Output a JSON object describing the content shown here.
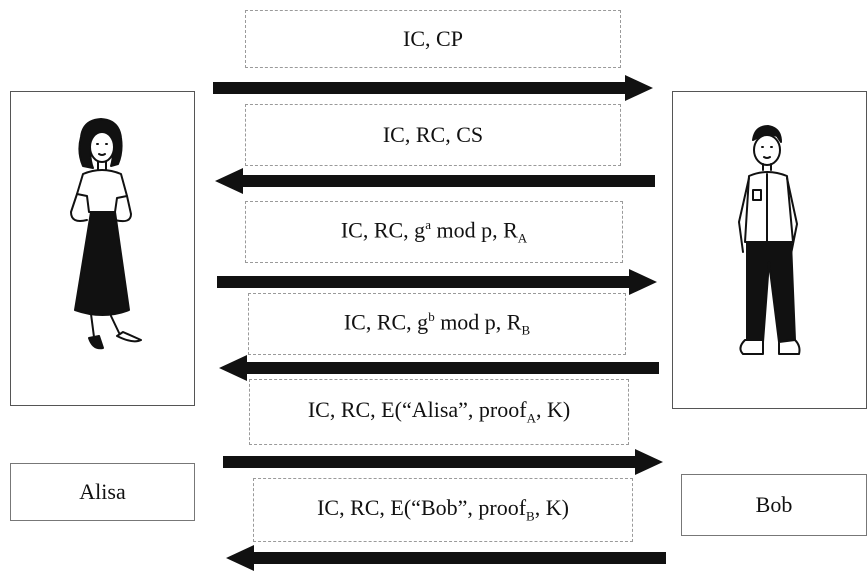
{
  "participants": {
    "left_name": "Alisa",
    "right_name": "Bob"
  },
  "messages": [
    {
      "direction": "right",
      "parts": [
        {
          "t": "IC, CP"
        }
      ]
    },
    {
      "direction": "left",
      "parts": [
        {
          "t": "IC, RC, CS"
        }
      ]
    },
    {
      "direction": "right",
      "parts": [
        {
          "t": "IC, RC, g"
        },
        {
          "sup": "a"
        },
        {
          "t": " mod p, R"
        },
        {
          "sub": "A"
        }
      ]
    },
    {
      "direction": "left",
      "parts": [
        {
          "t": "IC, RC, g"
        },
        {
          "sup": "b"
        },
        {
          "t": " mod p, R"
        },
        {
          "sub": "B"
        }
      ]
    },
    {
      "direction": "right",
      "parts": [
        {
          "t": "IC, RC, E(“Alisa”, proof"
        },
        {
          "sub": "A"
        },
        {
          "t": ", K)"
        }
      ]
    },
    {
      "direction": "left",
      "parts": [
        {
          "t": "IC, RC, E(“Bob”, proof"
        },
        {
          "sub": "B"
        },
        {
          "t": ", K)"
        }
      ]
    }
  ],
  "colors": {
    "arrow": "#111111",
    "border": "#555555"
  },
  "icons": {
    "left_figure": "woman-figure-icon",
    "right_figure": "man-figure-icon"
  }
}
